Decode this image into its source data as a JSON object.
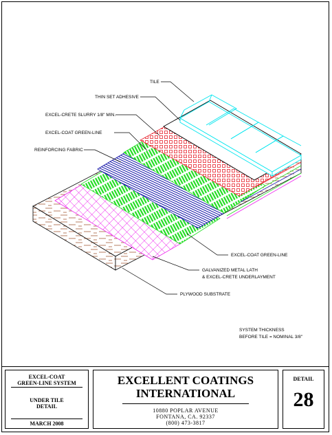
{
  "diagram": {
    "labels": {
      "tile": "TILE",
      "thin_set": "THIN SET ADHESIVE",
      "slurry": "EXCEL-CRETE SLURRY 1/8\" MIN.",
      "greenline_top": "EXCEL-COAT GREEN-LINE",
      "fabric": "REINFORCING FABRIC",
      "greenline_bottom": "EXCEL-COAT GREEN-LINE",
      "lath_1": "GALVANIZED METAL LATH",
      "lath_2": "& EXCEL-CRETE UNDERLAYMENT",
      "plywood": "PLYWOOD SUBSTRATE"
    },
    "note_1": "SYSTEM THICKNESS",
    "note_2": "BEFORE TILE = NOMINAL 3/8\"",
    "colors": {
      "tile": "#00e5ee",
      "slurry": "#e8202a",
      "greenline": "#22dd22",
      "fabric": "#1010a8",
      "lath": "#ee22ee",
      "plywood": "#a0522d"
    }
  },
  "title_block": {
    "left": {
      "system_1": "EXCEL-COAT",
      "system_2": "GREEN-LINE SYSTEM",
      "subject_1": "UNDER TILE",
      "subject_2": "DETAIL",
      "date": "MARCH 2008"
    },
    "center": {
      "company_1": "EXCELLENT COATINGS",
      "company_2": "INTERNATIONAL",
      "address": "10880 POPLAR AVENUE",
      "city": "FONTANA, CA. 92337",
      "phone": "(800) 473-3817"
    },
    "right": {
      "detail_label": "DETAIL",
      "detail_number": "28"
    }
  }
}
